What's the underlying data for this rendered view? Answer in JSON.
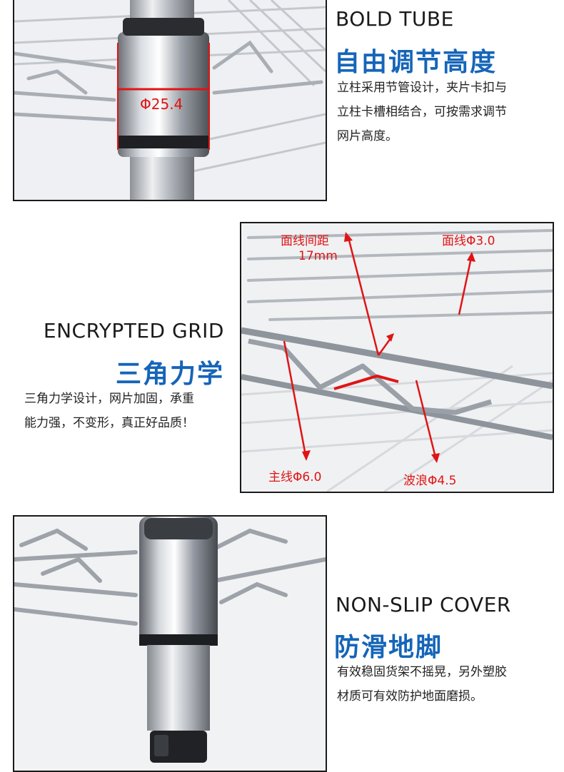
{
  "colors": {
    "accent_blue": "#1565b8",
    "annotation_red": "#e01414",
    "frame": "#1a1a1a"
  },
  "section1": {
    "en_title": "BOLD TUBE",
    "cn_title": "自由调节高度",
    "desc_lines": [
      "立柱采用节管设计，夹片卡扣与",
      "立柱卡槽相结合，可按需求调节",
      "网片高度。"
    ],
    "dimension": "Φ25.4"
  },
  "section2": {
    "en_title": "ENCRYPTED GRID",
    "cn_title": "三角力学",
    "desc_lines": [
      "三角力学设计，网片加固，承重",
      "能力强，不变形，真正好品质！"
    ],
    "annotations": {
      "spacing_label": "面线间距",
      "spacing_value": "17mm",
      "surface_wire": "面线Φ3.0",
      "main_wire": "主线Φ6.0",
      "wave_wire": "波浪Φ4.5"
    }
  },
  "section3": {
    "en_title": "NON-SLIP COVER",
    "cn_title": "防滑地脚",
    "desc_lines": [
      "有效稳固货架不摇晃，另外塑胶",
      "材质可有效防护地面磨损。"
    ]
  }
}
